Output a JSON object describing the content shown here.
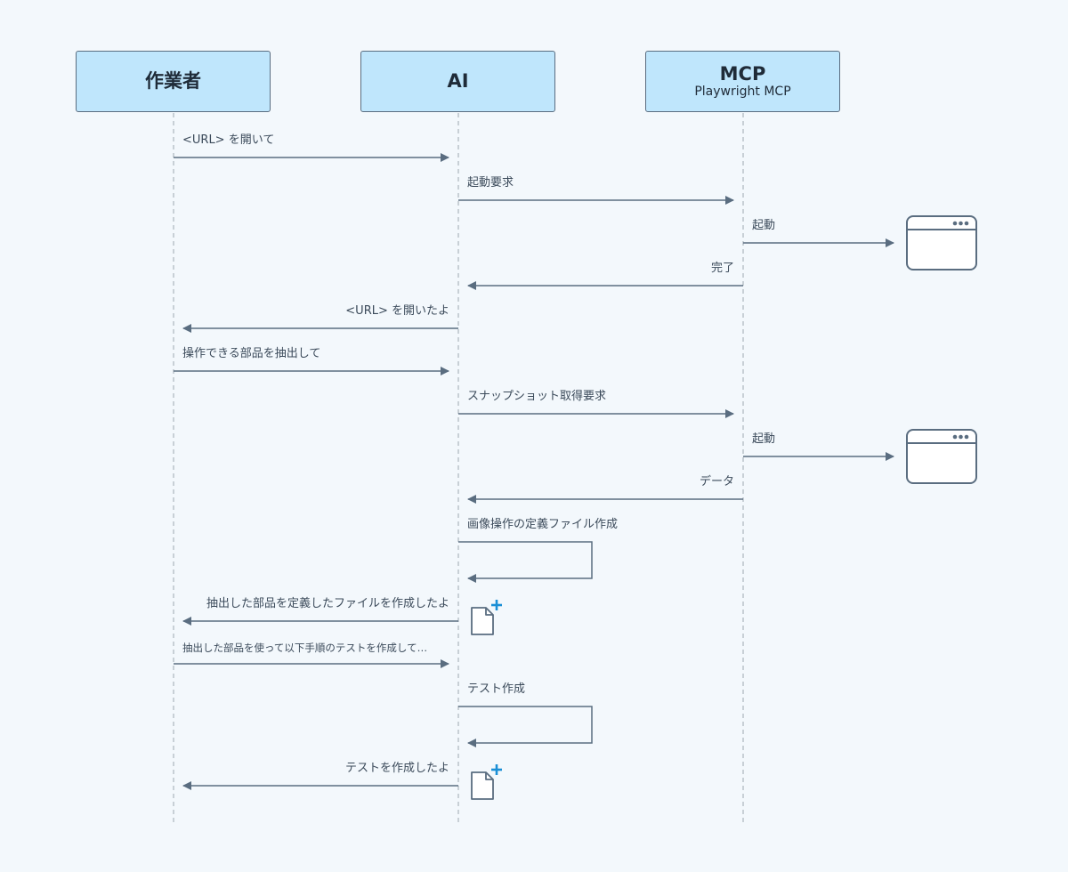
{
  "actors": [
    {
      "name": "作業者",
      "sub": ""
    },
    {
      "name": "AI",
      "sub": ""
    },
    {
      "name": "MCP",
      "sub": "Playwright MCP"
    }
  ],
  "messages": [
    {
      "label": "<URL> を開いて"
    },
    {
      "label": "起動要求"
    },
    {
      "label": "起動"
    },
    {
      "label": "完了"
    },
    {
      "label": "<URL> を開いたよ"
    },
    {
      "label": "操作できる部品を抽出して"
    },
    {
      "label": "スナップショット取得要求"
    },
    {
      "label": "起動"
    },
    {
      "label": "データ"
    },
    {
      "label": "画像操作の定義ファイル作成"
    },
    {
      "label": "抽出した部品を定義したファイルを作成したよ"
    },
    {
      "label": "抽出した部品を使って以下手順のテストを作成して…"
    },
    {
      "label": "テスト作成"
    },
    {
      "label": "テストを作成したよ"
    }
  ],
  "colors": {
    "actor_fill": "#bfe6fc",
    "line": "#5a6d80",
    "lifeline": "#b9c2ca",
    "plus": "#1a8fd6",
    "background": "#f3f8fc"
  },
  "icons": [
    "browser-window-icon",
    "new-file-icon"
  ]
}
